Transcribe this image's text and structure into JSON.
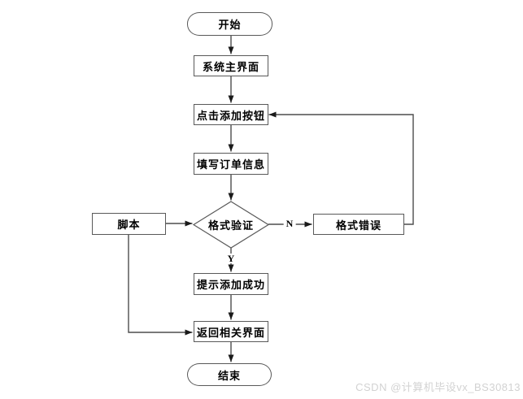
{
  "colors": {
    "background": "#ffffff",
    "line": "#4d4d4d",
    "arrowhead": "#1a1a1a",
    "node_border": "#595959",
    "node_fill": "#ffffff",
    "text": "#000000",
    "watermark": "#d2d2d2"
  },
  "flowchart": {
    "nodes": {
      "start": {
        "label": "开始",
        "shape": "terminator"
      },
      "main_screen": {
        "label": "系统主界面",
        "shape": "process"
      },
      "click_add_button": {
        "label": "点击添加按钮",
        "shape": "process"
      },
      "fill_order_info": {
        "label": "填写订单信息",
        "shape": "process"
      },
      "format_validate": {
        "label": "格式验证",
        "shape": "decision"
      },
      "script": {
        "label": "脚本",
        "shape": "process"
      },
      "format_error": {
        "label": "格式错误",
        "shape": "process"
      },
      "add_success": {
        "label": "提示添加成功",
        "shape": "process"
      },
      "return_screen": {
        "label": "返回相关界面",
        "shape": "process"
      },
      "end": {
        "label": "结束",
        "shape": "terminator"
      }
    },
    "edge_labels": {
      "yes": "Y",
      "no": "N"
    }
  },
  "watermark": {
    "text": "CSDN @计算机毕设vx_BS30813"
  }
}
